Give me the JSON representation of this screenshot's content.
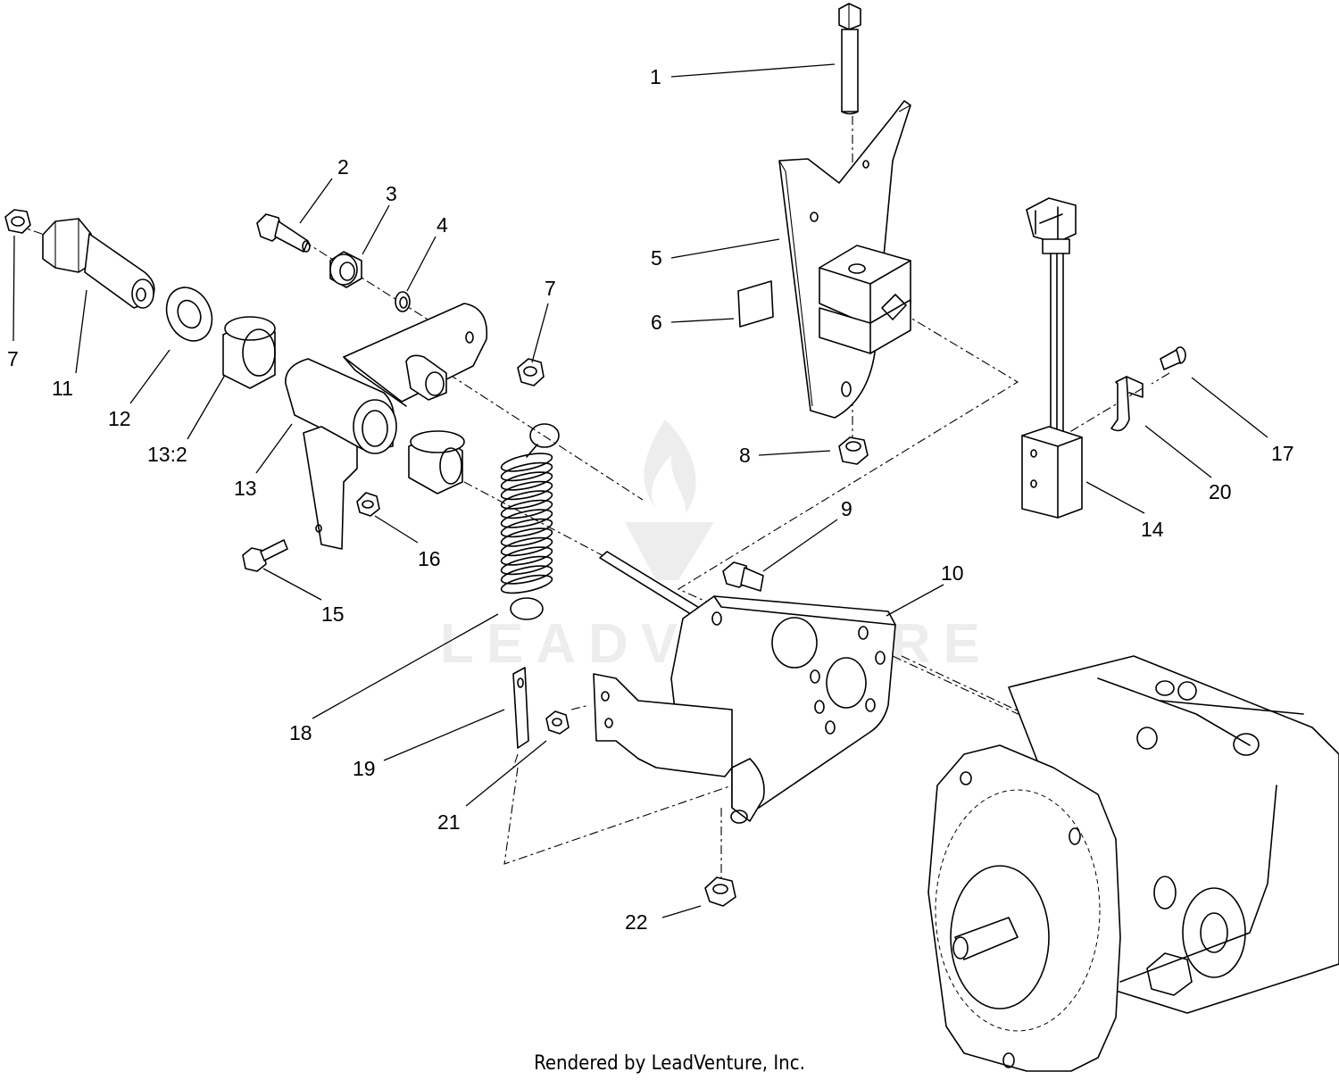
{
  "callouts": [
    {
      "id": "1",
      "label": "1"
    },
    {
      "id": "2",
      "label": "2"
    },
    {
      "id": "3",
      "label": "3"
    },
    {
      "id": "4",
      "label": "4"
    },
    {
      "id": "5",
      "label": "5"
    },
    {
      "id": "6",
      "label": "6"
    },
    {
      "id": "7a",
      "label": "7"
    },
    {
      "id": "7b",
      "label": "7"
    },
    {
      "id": "8",
      "label": "8"
    },
    {
      "id": "9",
      "label": "9"
    },
    {
      "id": "10",
      "label": "10"
    },
    {
      "id": "11",
      "label": "11"
    },
    {
      "id": "12",
      "label": "12"
    },
    {
      "id": "13_2",
      "label": "13:2"
    },
    {
      "id": "13",
      "label": "13"
    },
    {
      "id": "14",
      "label": "14"
    },
    {
      "id": "15",
      "label": "15"
    },
    {
      "id": "16",
      "label": "16"
    },
    {
      "id": "17",
      "label": "17"
    },
    {
      "id": "18",
      "label": "18"
    },
    {
      "id": "19",
      "label": "19"
    },
    {
      "id": "20",
      "label": "20"
    },
    {
      "id": "21",
      "label": "21"
    },
    {
      "id": "22",
      "label": "22"
    }
  ],
  "footer": {
    "text": "Rendered by LeadVenture, Inc."
  },
  "watermark": {
    "text": "LEADVENTURE"
  },
  "icons": {
    "watermark_logo": "leadventure-flame-logo"
  }
}
